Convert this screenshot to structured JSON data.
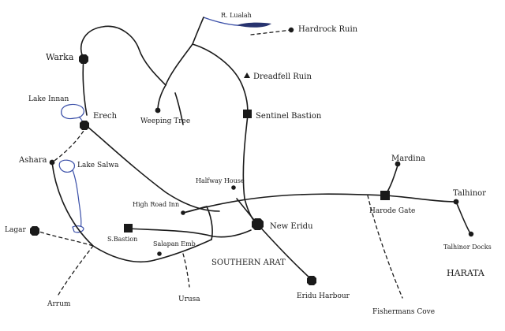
{
  "map": {
    "places": {
      "r_lualah": "R. Lualah",
      "hardrock_ruin": "Hardrock Ruin",
      "warka": "Warka",
      "dreadfell_ruin": "Dreadfell Ruin",
      "lake_innan": "Lake Innan",
      "erech": "Erech",
      "weeping_tree": "Weeping Tree",
      "sentinel_bastion": "Sentinel Bastion",
      "ashara": "Ashara",
      "lake_salwa": "Lake Salwa",
      "halfway_house": "Halfway House",
      "mardina": "Mardina",
      "high_road_inn": "High Road Inn",
      "harode_gate": "Harode Gate",
      "talhinor": "Talhinor",
      "lagar": "Lagar",
      "new_eridu": "New Eridu",
      "s_bastion": "S.Bastion",
      "salapan_emb": "Salapan Emb",
      "talhinor_docks": "Talhinor Docks",
      "southern_arat": "SOUTHERN ARAT",
      "harata": "HARATA",
      "eridu_harbour": "Eridu Harbour",
      "arrum": "Arrum",
      "urusa": "Urusa",
      "fishermans_cove": "Fishermans Cove"
    }
  }
}
